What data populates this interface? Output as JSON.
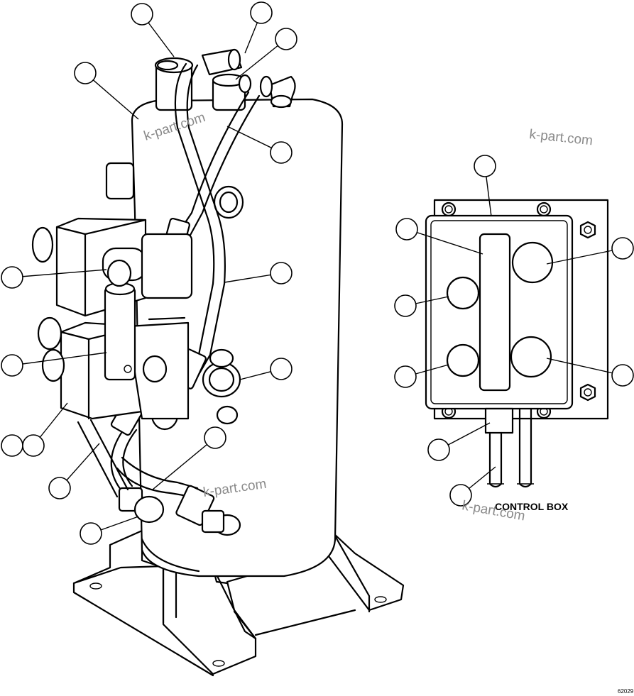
{
  "diagram": {
    "labels": {
      "control_box": "CONTROL BOX",
      "drawing_number": "62029"
    },
    "watermarks": [
      "k-part.com",
      "k-part.com",
      "k-part.com",
      "k-part.com"
    ]
  }
}
